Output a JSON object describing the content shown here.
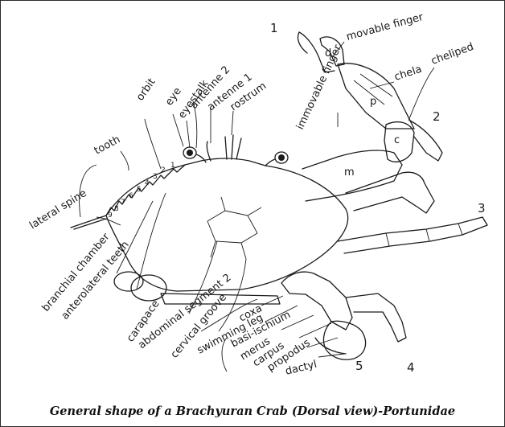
{
  "labels": {
    "tooth": "tooth",
    "orbit": "orbit",
    "eye": "eye",
    "eyestalk": "eyestalk",
    "antenna2": "antenne 2",
    "antenna1": "antenne 1",
    "rostrum": "rostrum",
    "immovable_finger": "immovable finger",
    "movable_finger": "movable finger",
    "chela": "chela",
    "cheliped": "cheliped",
    "lateral_spine": "lateral spine",
    "branchial_chamber": "branchial chamber",
    "anterolateral_teeth": "anterolateral teeth",
    "carapace": "carapace",
    "abdominal_segment": "abdominal segment 2",
    "cervical_groove": "cervical groove",
    "swimming_leg": "swimming leg",
    "coxa": "coxa",
    "basi_ischium": "basi-ischium",
    "merus": "merus",
    "carpus": "carpus",
    "propodus": "propodus",
    "dactyl": "dactyl",
    "seg_d": "d",
    "seg_p": "p",
    "seg_c": "c",
    "seg_m": "m"
  },
  "numbers": {
    "n1": "1",
    "n2": "2",
    "n3": "3",
    "n4": "4",
    "n5": "5"
  },
  "tooth_numbers": [
    "9",
    "8",
    "7",
    "6",
    "5",
    "4",
    "3",
    "2",
    "1"
  ],
  "caption": "General shape of a Brachyuran Crab (Dorsal view)-Portunidae"
}
